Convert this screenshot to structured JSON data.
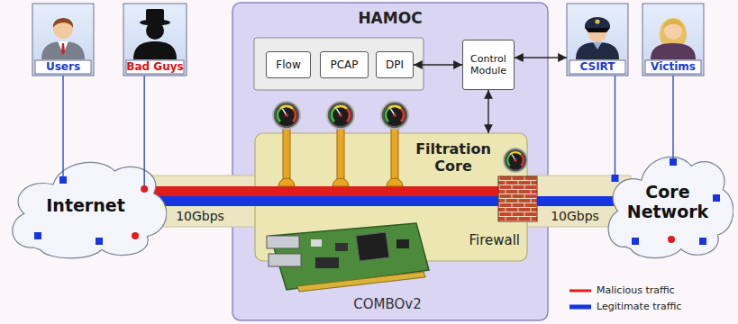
{
  "diagram": {
    "nodes": [
      {
        "text": [
          "Users"
        ]
      },
      {
        "text": [
          "Bad Guys"
        ]
      },
      {
        "text": [
          "HAMOC"
        ]
      },
      {
        "text": [
          "Flow"
        ],
        "in": 2
      },
      {
        "text": [
          "PCAP"
        ],
        "in": 2
      },
      {
        "text": [
          "DPI"
        ],
        "in": 2
      },
      {
        "text": [
          "Control Module"
        ],
        "in": 2
      },
      {
        "text": [
          "CSIRT"
        ]
      },
      {
        "text": [
          "Victims"
        ]
      },
      {
        "text": [
          "Internet"
        ]
      },
      {
        "text": [
          "Filtration Core",
          "Firewall"
        ],
        "in": 2
      },
      {
        "text": [
          "Core Network"
        ]
      }
    ],
    "edges": [
      {
        "from": 0,
        "to": 9,
        "arrow": "none"
      },
      {
        "from": 1,
        "to": 9,
        "arrow": "none"
      },
      {
        "from": 5,
        "to": 6,
        "arrow": "both"
      },
      {
        "from": 6,
        "to": 7,
        "arrow": "both"
      },
      {
        "from": 6,
        "to": 10,
        "arrow": "both"
      },
      {
        "from": 7,
        "to": 11,
        "arrow": "none"
      },
      {
        "from": 8,
        "to": 11,
        "arrow": "none"
      }
    ],
    "labels": [
      "10Gbps",
      "10Gbps",
      "COMBOv2"
    ],
    "legend": [
      {
        "text": "Malicious traffic"
      },
      {
        "text": "Legitimate traffic"
      }
    ]
  }
}
